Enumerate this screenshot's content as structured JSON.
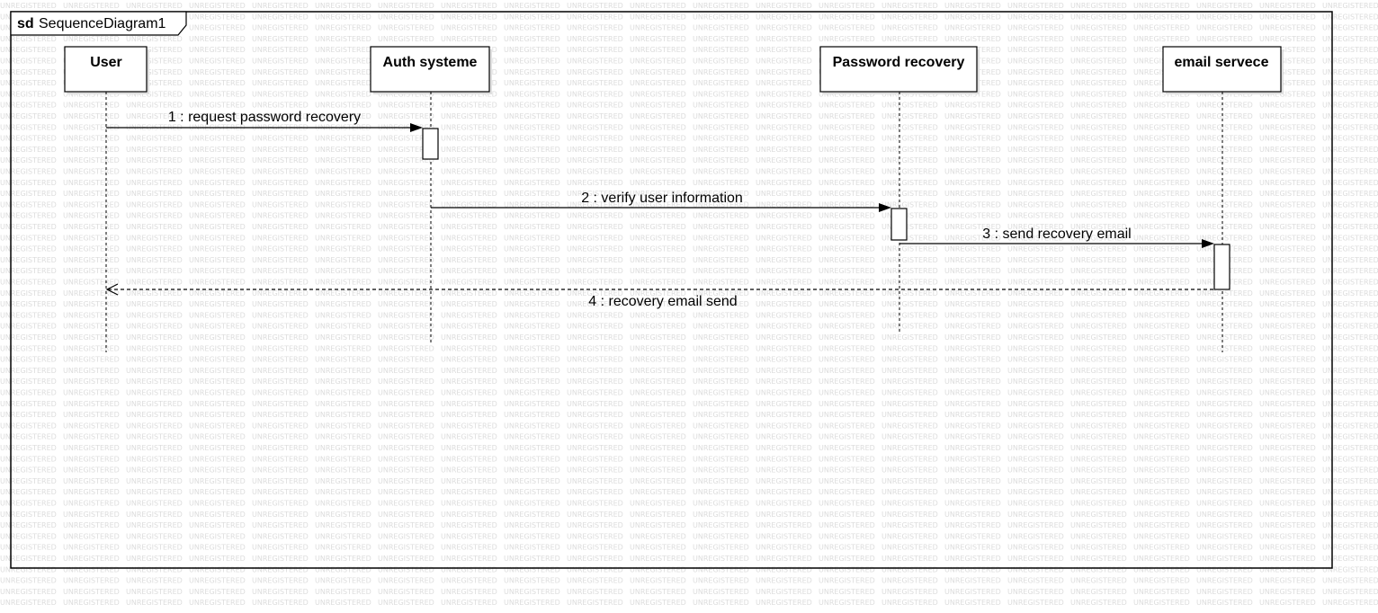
{
  "watermark": "UNREGISTERED",
  "frame": {
    "keyword": "sd",
    "name": "SequenceDiagram1"
  },
  "lifelines": [
    {
      "name": "User"
    },
    {
      "name": "Auth systeme"
    },
    {
      "name": "Password recovery"
    },
    {
      "name": "email servece"
    }
  ],
  "messages": [
    {
      "label": "1 : request password recovery",
      "from": 0,
      "to": 1,
      "kind": "sync"
    },
    {
      "label": "2 : verify user information",
      "from": 1,
      "to": 2,
      "kind": "sync"
    },
    {
      "label": "3 : send recovery email",
      "from": 2,
      "to": 3,
      "kind": "sync"
    },
    {
      "label": "4 : recovery email send",
      "from": 3,
      "to": 0,
      "kind": "reply"
    }
  ],
  "colors": {
    "line": "#000000",
    "watermark": "#dcdcdc",
    "box_shadow": "#e0e0e0",
    "background": "#ffffff"
  }
}
